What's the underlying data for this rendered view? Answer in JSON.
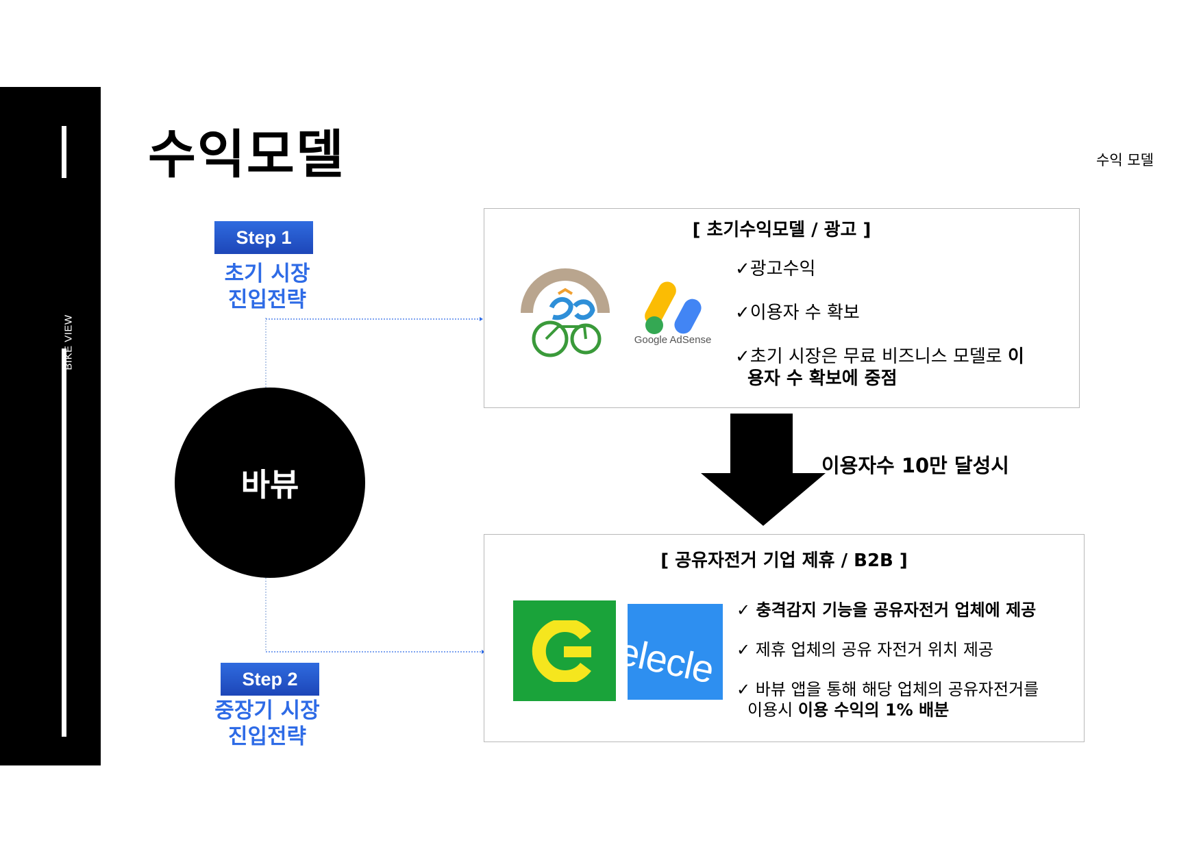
{
  "sidebar": {
    "brand": "BIKE VIEW"
  },
  "title": "수익모델",
  "subtitle": "수익 모델",
  "steps": [
    {
      "badge": "Step 1",
      "line1": "초기 시장",
      "line2": "진입전략"
    },
    {
      "badge": "Step 2",
      "line1": "중장기 시장",
      "line2": "진입전략"
    }
  ],
  "center_label": "바뷰",
  "box1": {
    "title": "[ 초기수익모델 / 광고 ]",
    "adsense_label": "Google AdSense",
    "items": [
      {
        "text": "✓광고수익"
      },
      {
        "text": "✓이용자 수 확보"
      },
      {
        "text": "✓초기 시장은 무료 비즈니스 모델로 ",
        "bold": "이",
        "line2_bold": "용자 수 확보에 중점"
      }
    ]
  },
  "transition_label": "이용자수  10만  달성시",
  "box2": {
    "title": "[ 공유자전거 기업 제휴 / B2B ]",
    "elecle_text": "elecle",
    "items": [
      {
        "bold": "✓ 충격감지 기능을 공유자전거 업체에 제공"
      },
      {
        "text": "✓ 제휴 업체의 공유 자전거 위치 제공"
      },
      {
        "text": "✓ 바뷰 앱을 통해 해당 업체의 공유자전거를",
        "line2": "이용시 ",
        "line2_bold": "이용 수익의 1% 배분"
      }
    ]
  },
  "colors": {
    "accent_blue": "#2e6be6",
    "step_badge": "#1d46b8",
    "green_logo": "#1aa33a",
    "elecle_blue": "#2e8ff0",
    "adsense_yellow": "#fbbc04",
    "adsense_green": "#34a853",
    "adsense_blue": "#4285f4"
  }
}
